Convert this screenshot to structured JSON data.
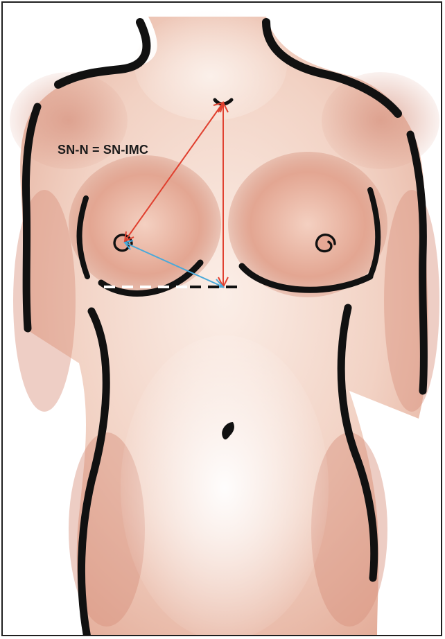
{
  "figure": {
    "formula_label": "SN-N = SN-IMC"
  },
  "colors": {
    "skin_light": "#f7e5db",
    "skin_mid": "#e9b7a5",
    "skin_shadow": "#c98470",
    "outline": "#111111",
    "sternal_notch_to_nipple_line": "#e0402f",
    "nipple_to_fold_line": "#4aa9d9",
    "fold_dashed_line": "#111111"
  },
  "icons": {
    "sternal_notch": "sternal-notch-mark",
    "nipple_left": "nipple-spiral",
    "nipple_right": "nipple-spiral",
    "navel": "navel-mark"
  }
}
